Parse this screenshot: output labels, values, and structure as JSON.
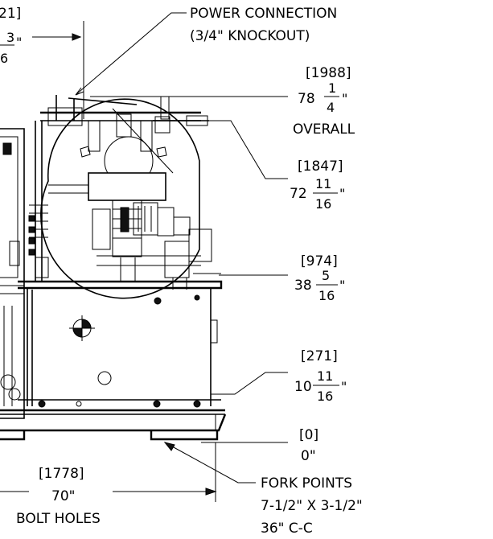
{
  "callouts": {
    "power": {
      "line1": "POWER CONNECTION",
      "line2": "(3/4\" KNOCKOUT)"
    },
    "fork": {
      "line1": "FORK POINTS",
      "line2": "7-1/2\" X 3-1/2\"",
      "line3": "36\" C-C"
    }
  },
  "dimensions": {
    "top_left": {
      "bracket": "21]",
      "whole": "",
      "num": "3",
      "den": "6",
      "unit": "\""
    },
    "overall": {
      "bracket": "[1988]",
      "whole": "78",
      "num": "1",
      "den": "4",
      "unit": "\"",
      "note": "OVERALL"
    },
    "d1847": {
      "bracket": "[1847]",
      "whole": "72",
      "num": "11",
      "den": "16",
      "unit": "\""
    },
    "d974": {
      "bracket": "[974]",
      "whole": "38",
      "num": "5",
      "den": "16",
      "unit": "\""
    },
    "d271": {
      "bracket": "[271]",
      "whole": "10",
      "num": "11",
      "den": "16",
      "unit": "\""
    },
    "d0": {
      "bracket": "[0]",
      "value": "0\""
    },
    "bolt": {
      "bracket": "[1778]",
      "value": "70\"",
      "note": "BOLT HOLES"
    }
  }
}
